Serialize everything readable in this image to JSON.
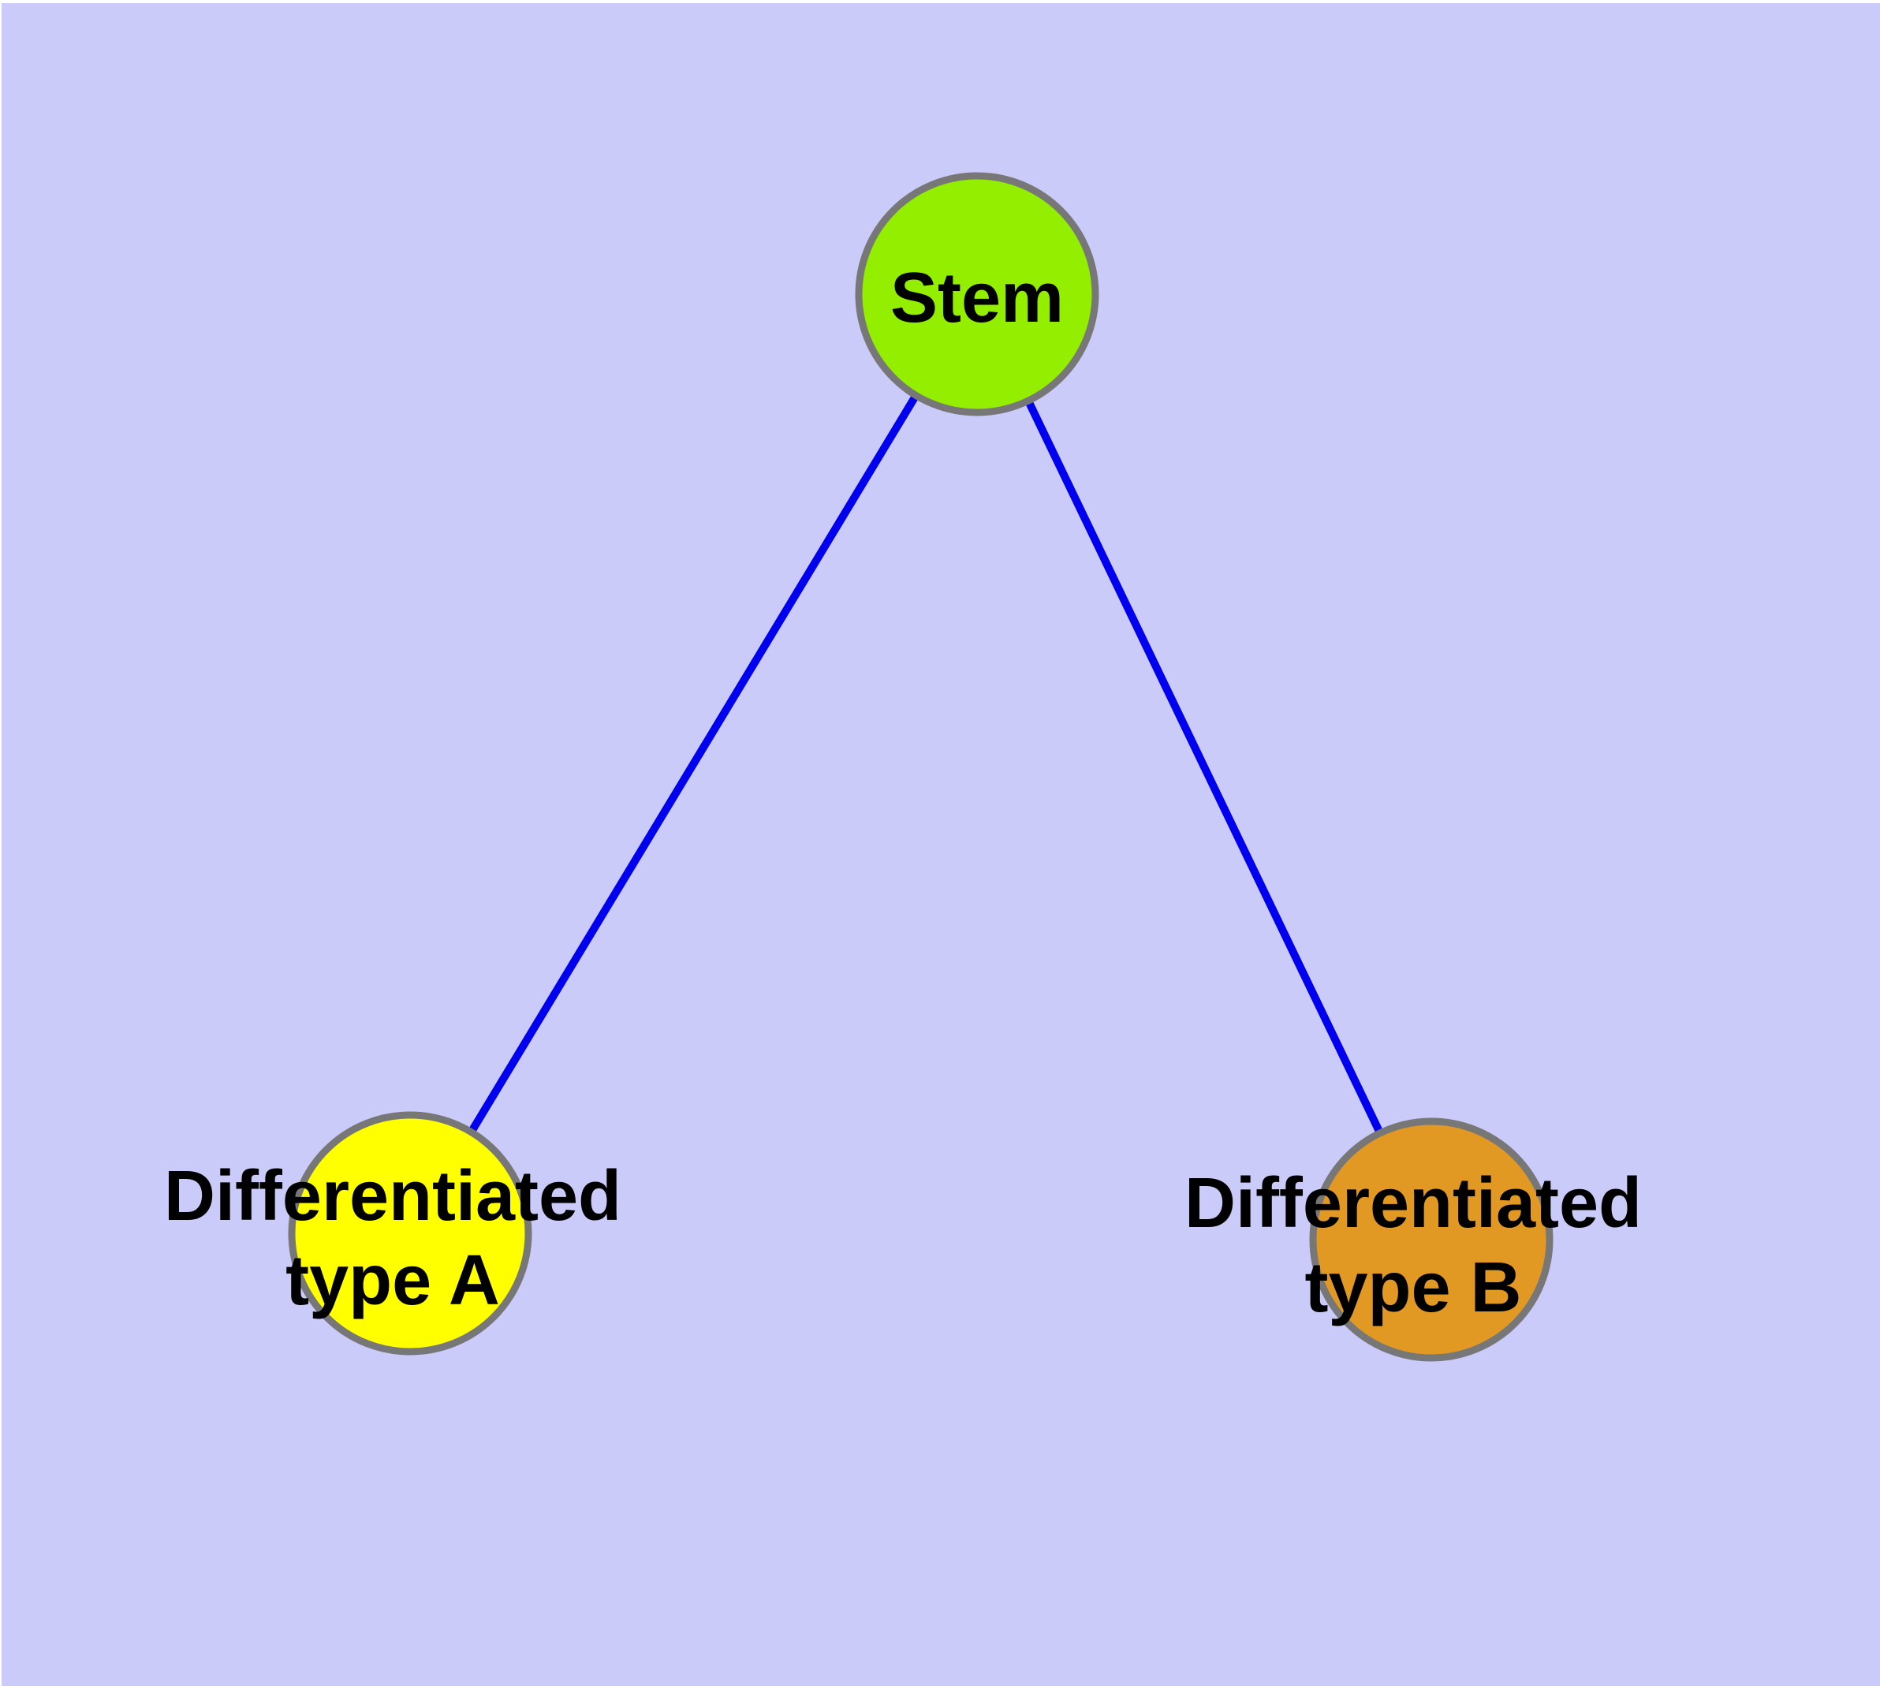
{
  "figure": {
    "background_color": "#CBCBFA",
    "margin_color": "#FFFFFF",
    "edge_color": "#0000EE",
    "node_border_color": "#777777",
    "label_color": "#000000",
    "nodes": [
      {
        "id": "stem",
        "label_lines": [
          "Stem"
        ],
        "fill": "#94EE00"
      },
      {
        "id": "differentiated-type-a",
        "label_lines": [
          "Differentiated",
          "type A"
        ],
        "fill": "#FFFF00"
      },
      {
        "id": "differentiated-type-b",
        "label_lines": [
          "Differentiated",
          "type B"
        ],
        "fill": "#E29923"
      }
    ],
    "edges": [
      {
        "from": "stem",
        "to": "differentiated-type-a"
      },
      {
        "from": "stem",
        "to": "differentiated-type-b"
      }
    ]
  }
}
